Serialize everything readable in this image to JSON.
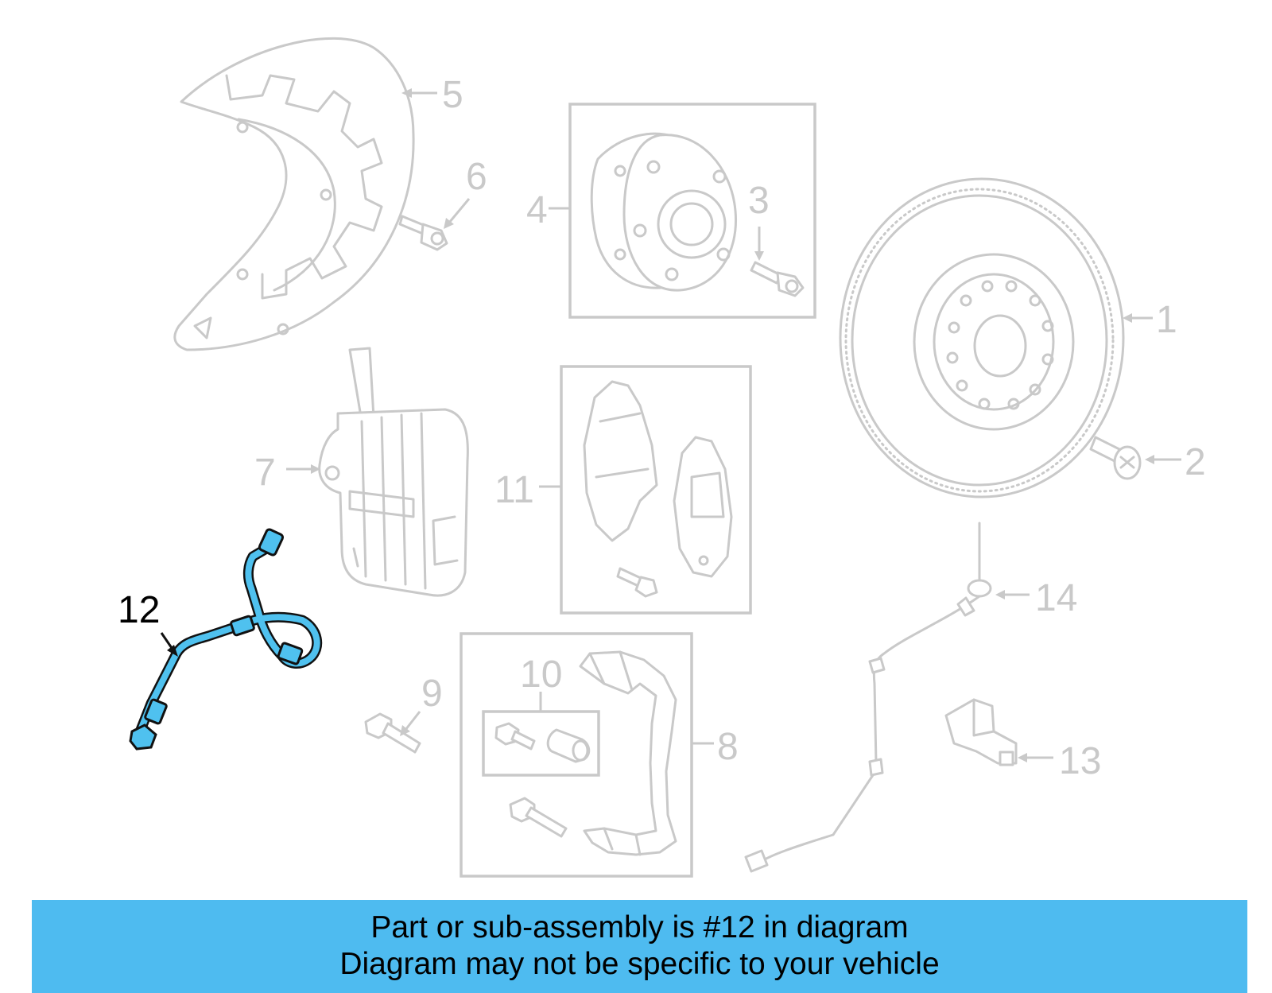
{
  "diagram": {
    "callouts": [
      {
        "id": "1",
        "label": "1",
        "highlighted": false
      },
      {
        "id": "2",
        "label": "2",
        "highlighted": false
      },
      {
        "id": "3",
        "label": "3",
        "highlighted": false
      },
      {
        "id": "4",
        "label": "4",
        "highlighted": false
      },
      {
        "id": "5",
        "label": "5",
        "highlighted": false
      },
      {
        "id": "6",
        "label": "6",
        "highlighted": false
      },
      {
        "id": "7",
        "label": "7",
        "highlighted": false
      },
      {
        "id": "8",
        "label": "8",
        "highlighted": false
      },
      {
        "id": "9",
        "label": "9",
        "highlighted": false
      },
      {
        "id": "10",
        "label": "10",
        "highlighted": false
      },
      {
        "id": "11",
        "label": "11",
        "highlighted": false
      },
      {
        "id": "12",
        "label": "12",
        "highlighted": true
      },
      {
        "id": "13",
        "label": "13",
        "highlighted": false
      },
      {
        "id": "14",
        "label": "14",
        "highlighted": false
      }
    ],
    "colors": {
      "parts": "#c9c9c9",
      "highlight_part": "#4fc1ef",
      "highlight_label": "#000000",
      "banner": "#4ebbf0"
    }
  },
  "banner": {
    "line1": "Part or sub-assembly is #12 in diagram",
    "line2": "Diagram may not be specific to your vehicle"
  }
}
